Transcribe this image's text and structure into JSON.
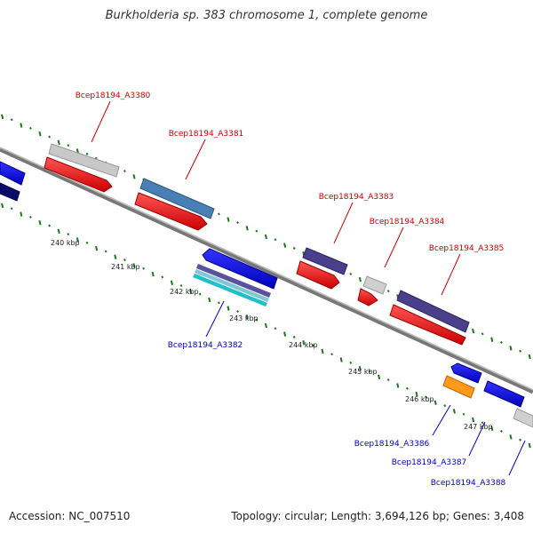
{
  "title": "Burkholderia sp. 383 chromosome 1, complete genome",
  "footer": {
    "accession": "Accession: NC_007510",
    "summary": "Topology: circular; Length: 3,694,126 bp; Genes: 3,408"
  },
  "colors": {
    "forward_label": "#cc0000",
    "reverse_label": "#0000cc",
    "backbone": "#888888",
    "dots": "#1a7a1a"
  },
  "kbp_ticks": [
    "240 kbp",
    "241 kbp",
    "242 kbp",
    "243 kbp",
    "244 kbp",
    "245 kbp",
    "246 kbp",
    "247 kbp"
  ],
  "genes": [
    {
      "name": "Bcep18194_A3380",
      "strand": "forward"
    },
    {
      "name": "Bcep18194_A3381",
      "strand": "forward"
    },
    {
      "name": "Bcep18194_A3383",
      "strand": "forward"
    },
    {
      "name": "Bcep18194_A3384",
      "strand": "forward"
    },
    {
      "name": "Bcep18194_A3385",
      "strand": "forward"
    },
    {
      "name": "Bcep18194_A3382",
      "strand": "reverse"
    },
    {
      "name": "Bcep18194_A3386",
      "strand": "reverse"
    },
    {
      "name": "Bcep18194_A3387",
      "strand": "reverse"
    },
    {
      "name": "Bcep18194_A3388",
      "strand": "reverse"
    }
  ]
}
